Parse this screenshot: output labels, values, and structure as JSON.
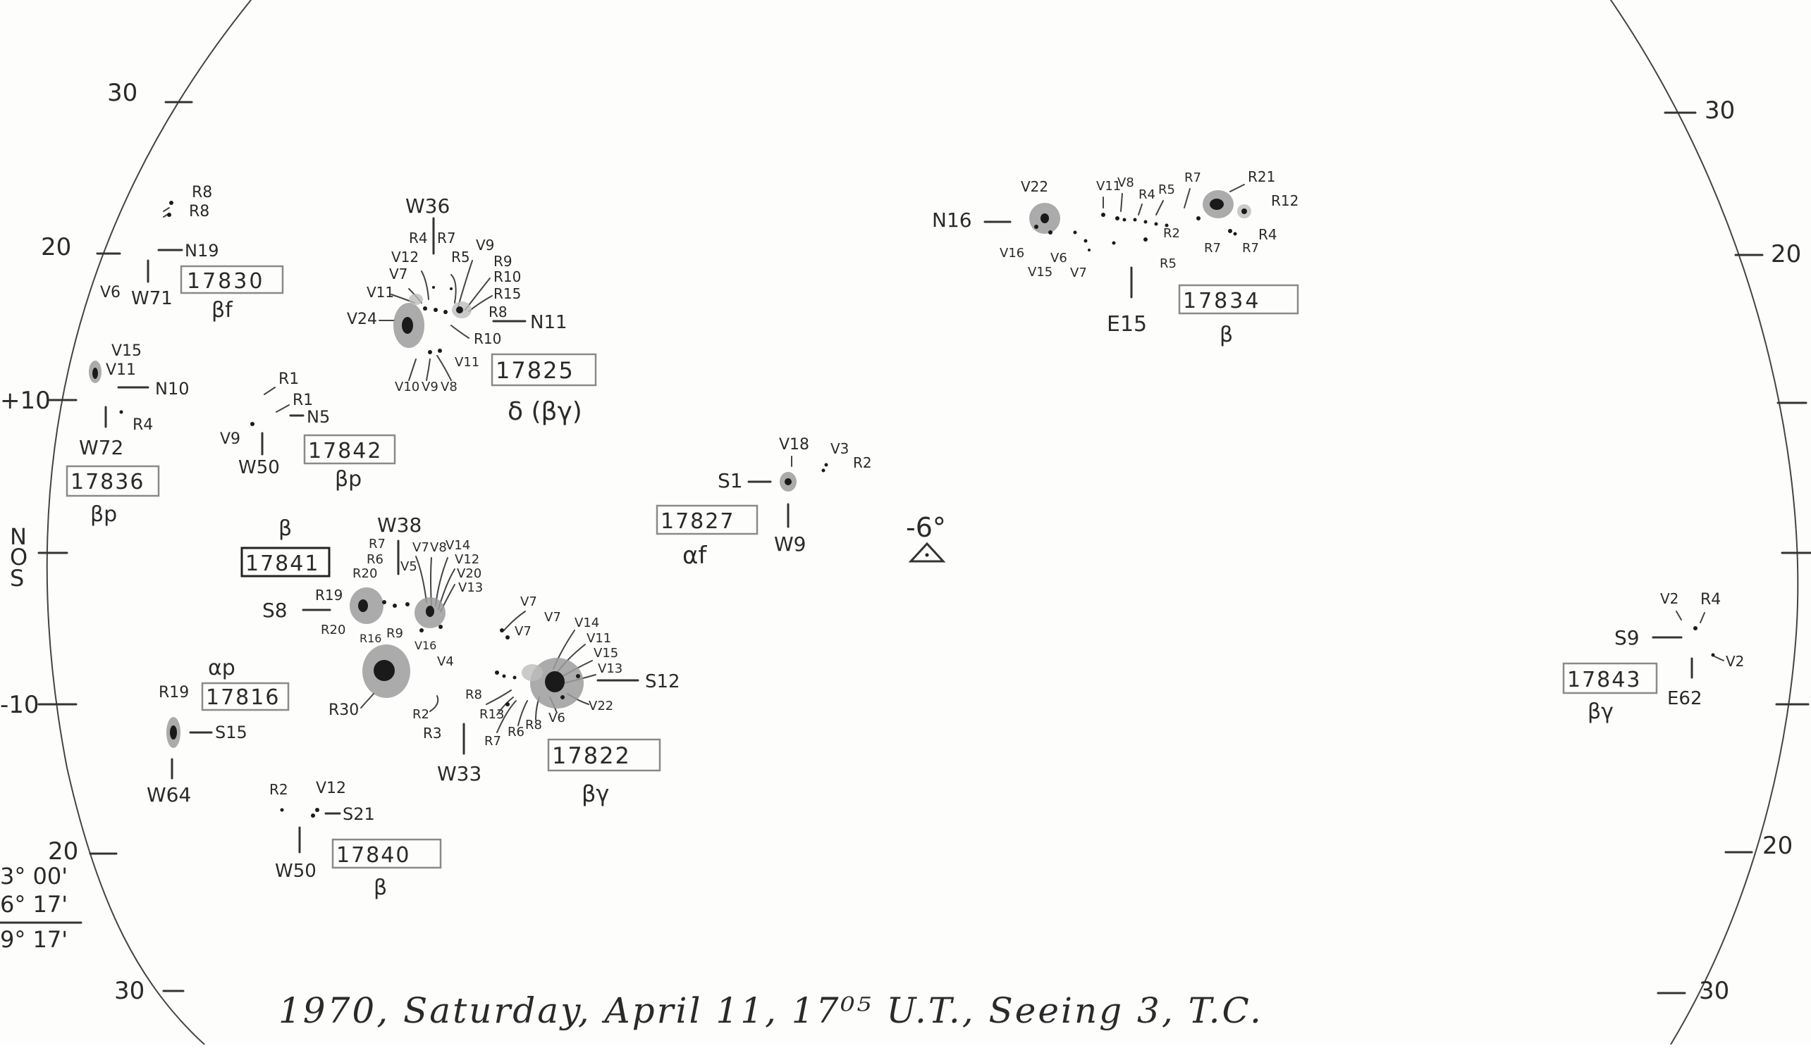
{
  "footer": {
    "caption": "1970, Saturday, April 11, 17⁰⁵ U.T., Seeing 3, T.C."
  },
  "left_scale": [
    "30",
    "20",
    "+10",
    "N",
    "O",
    "S",
    "-10",
    "20",
    "30"
  ],
  "right_scale": [
    "30",
    "20",
    "20",
    "30"
  ],
  "corner_notes": [
    "3° 00'",
    "6° 17'",
    "9° 17'"
  ],
  "tilt_marker": "-6°",
  "regions": [
    {
      "id": "17830",
      "class": "βf",
      "lat": "N19",
      "lon": "W71",
      "labels": [
        "R8",
        "R8",
        "V6"
      ]
    },
    {
      "id": "17836",
      "class": "βp",
      "lat": "N10",
      "lon": "W72",
      "labels": [
        "V15",
        "V11",
        "R4"
      ]
    },
    {
      "id": "17842",
      "class": "βp",
      "lat": "N5",
      "lon": "W50",
      "labels": [
        "R1",
        "R1",
        "V9"
      ]
    },
    {
      "id": "17825",
      "class": "δ (βγ)",
      "lat": "N11",
      "lon": "W36",
      "labels": [
        "R4",
        "R7",
        "V12",
        "V7",
        "V11",
        "R5",
        "V9",
        "R9",
        "R10",
        "R15",
        "R8",
        "V24",
        "R10",
        "V10",
        "V9",
        "V8",
        "V11"
      ]
    },
    {
      "id": "17841",
      "class": "β",
      "lat": "S8",
      "lon": "W38",
      "labels": [
        "R7",
        "R6",
        "R20",
        "R19",
        "R20",
        "R16",
        "R9",
        "V5",
        "V7",
        "V8",
        "V14",
        "V12",
        "V20",
        "V13",
        "V16",
        "V4",
        "R30"
      ]
    },
    {
      "id": "17816",
      "class": "αp",
      "lat": "S15",
      "lon": "W64",
      "labels": [
        "R19"
      ]
    },
    {
      "id": "17840",
      "class": "β",
      "lat": "S21",
      "lon": "W50",
      "labels": [
        "R2",
        "V12"
      ]
    },
    {
      "id": "17822",
      "class": "βγ",
      "lat": "S12",
      "lon": "W33",
      "labels": [
        "V7",
        "V7",
        "V7",
        "V14",
        "V11",
        "V15",
        "V13",
        "R8",
        "R13",
        "R7",
        "R6",
        "R8",
        "V6",
        "V22",
        "R2",
        "R3"
      ]
    },
    {
      "id": "17827",
      "class": "αf",
      "lat": "S1",
      "lon": "W9",
      "labels": [
        "V18",
        "V3",
        "R2"
      ]
    },
    {
      "id": "17834",
      "class": "β",
      "lat": "N16",
      "lon": "E15",
      "labels": [
        "V22",
        "V11",
        "V8",
        "R4",
        "R5",
        "R7",
        "R21",
        "R12",
        "R4",
        "R7",
        "R7",
        "R2",
        "R5",
        "V16",
        "V15",
        "V6",
        "V7"
      ]
    },
    {
      "id": "17843",
      "class": "βγ",
      "lat": "S9",
      "lon": "E62",
      "labels": [
        "V2",
        "R4",
        "V2"
      ]
    }
  ]
}
